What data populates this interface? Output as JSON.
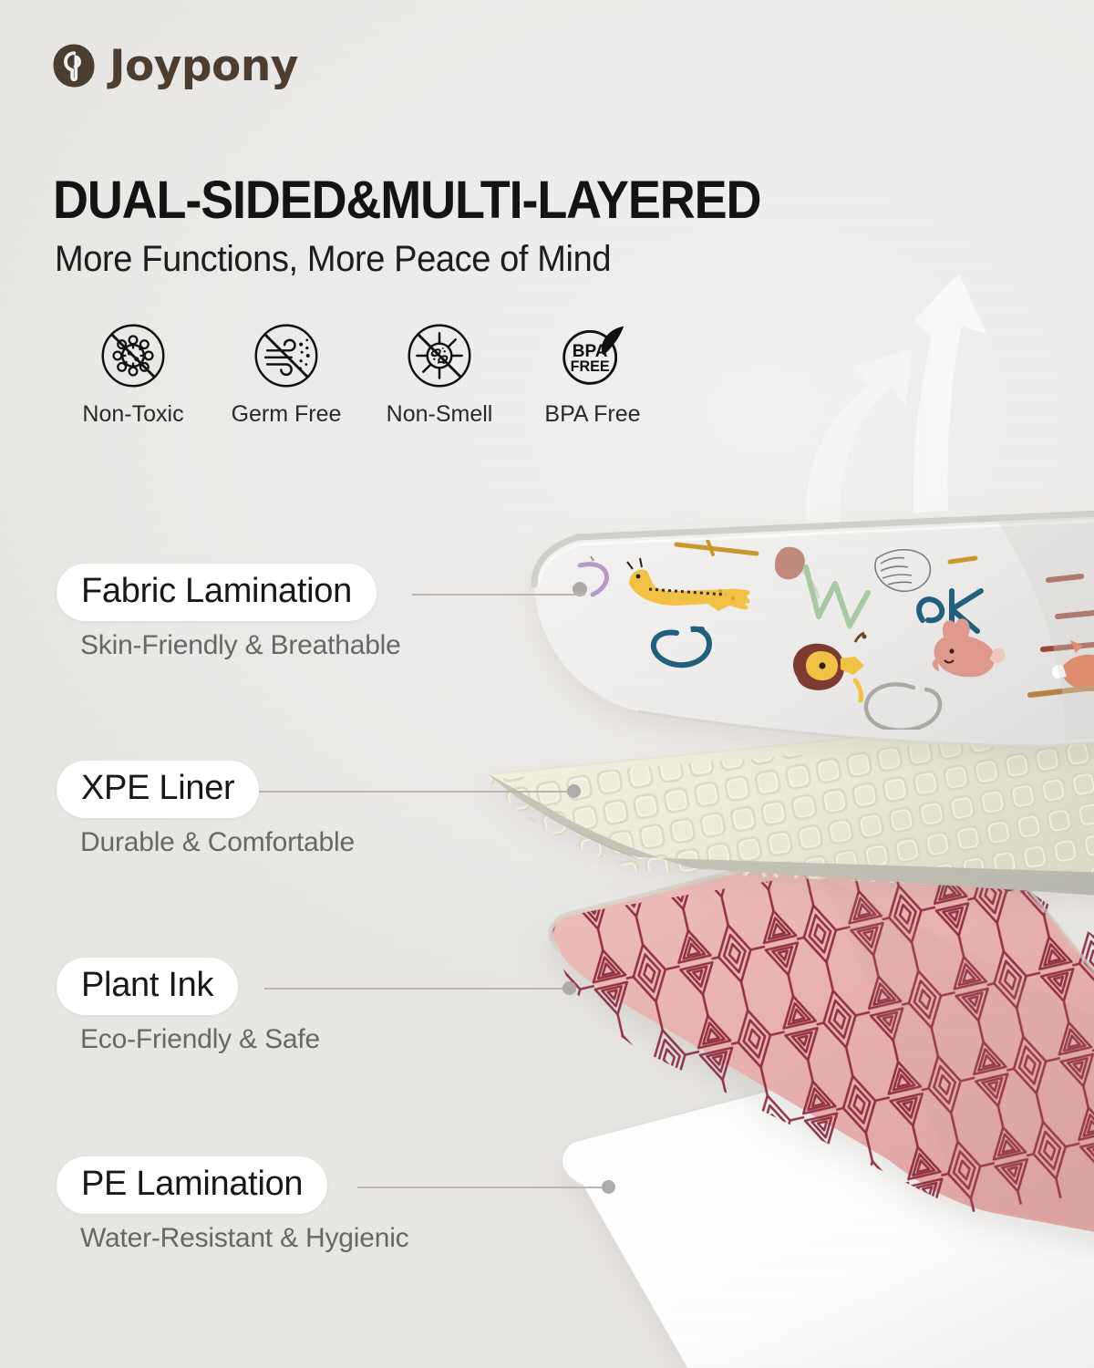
{
  "brand": {
    "name": "Joypony",
    "logo_icon": "joypony-circular-spiral-mark",
    "logo_color": "#4b3f33"
  },
  "header": {
    "title": "DUAL-SIDED&MULTI-LAYERED",
    "subtitle": "More Functions, More Peace of Mind"
  },
  "badges": [
    {
      "icon": "no-toxic-virus-crossed-icon",
      "label": "Non-Toxic"
    },
    {
      "icon": "no-germ-wind-crossed-icon",
      "label": "Germ Free"
    },
    {
      "icon": "no-smell-odor-crossed-icon",
      "label": "Non-Smell"
    },
    {
      "icon": "bpa-free-leaf-icon",
      "label": "BPA Free"
    }
  ],
  "layers": [
    {
      "title": "Fabric Lamination",
      "subtitle": "Skin-Friendly & Breathable",
      "swatch": "#f2f1ef",
      "description": "white mat top face printed with cartoon animals and alphabet doodles"
    },
    {
      "title": "XPE Liner",
      "subtitle": "Durable & Comfortable",
      "swatch": "#e8e7d4",
      "description": "cream embossed diamond-grid foam core"
    },
    {
      "title": "Plant Ink",
      "subtitle": "Eco-Friendly & Safe",
      "swatch": "#e9b2b2",
      "description": "pink reverse face with maroon concentric triangle boho pattern"
    },
    {
      "title": "PE Lamination",
      "subtitle": "Water-Resistant & Hygienic",
      "swatch": "#ffffff",
      "description": "plain white backing sheet"
    }
  ],
  "decor": {
    "arrows": "two-white-upward-curved-arrows",
    "arrow_color": "#f8f7f6"
  },
  "colors": {
    "background": "#efedea",
    "ink_dark": "#141414",
    "ink_muted": "#6a6866",
    "pink": "#e9b2b2",
    "maroon": "#8e2b3f",
    "cream": "#e9e8d6",
    "leader": "#b9b6b3"
  }
}
